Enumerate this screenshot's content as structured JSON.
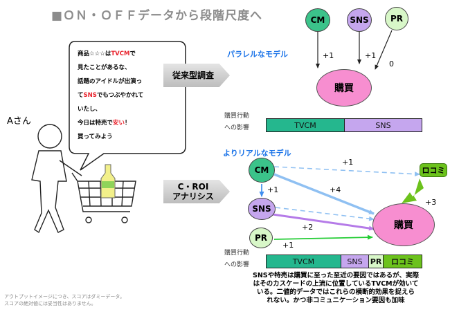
{
  "title": "■ＯＮ・ＯＦＦデータから段階尺度へ",
  "top": {
    "model_label": "パラレルなモデル",
    "method": "従来型調査",
    "nodes": {
      "cm": "CM",
      "sns": "SNS",
      "pr": "PR"
    },
    "edges": {
      "cm": "+1",
      "sns": "+1",
      "pr": "0"
    },
    "buy": "購買",
    "impact_label": [
      "購買行動",
      "への影響"
    ],
    "bar": [
      {
        "label": "TVCM",
        "share": 0.5
      },
      {
        "label": "SNS",
        "share": 0.5
      }
    ]
  },
  "bottom": {
    "model_label": "よりリアルなモデル",
    "method": [
      "C・ROI",
      "アナリシス"
    ],
    "nodes": {
      "cm": "CM",
      "sns": "SNS",
      "pr": "PR",
      "kuchi": "ロコミ"
    },
    "edges": {
      "cm_kuchi": "+1",
      "cm_sns": "+1",
      "cm_buy": "+4",
      "sns_buy": "+2",
      "pr_buy": "+1",
      "kuchi_buy": "+3"
    },
    "buy": "購買",
    "impact_label": [
      "購買行動",
      "への影響"
    ],
    "bar": [
      {
        "label": "TVCM",
        "share": 0.477
      },
      {
        "label": "SNS",
        "share": 0.18
      },
      {
        "label": "PR",
        "share": 0.093
      },
      {
        "label": "ロコミ",
        "share": 0.25
      }
    ],
    "note": [
      "SNSや特売は購買に至った至近の要因ではあるが、実際",
      "はそのカスケードの上流に位置しているTVCMが効いて",
      "いる。二値的データではこれらの横断的効果を捉えら",
      "れない。かつ非コミュニケーション要因も加味"
    ]
  },
  "person": {
    "name": "Aさん",
    "bubble_lines": [
      [
        "商品☆☆☆は",
        "TVCM",
        "で"
      ],
      [
        "見たことがあるな、"
      ],
      [
        "話題のアイドルが出演っ"
      ],
      [
        "て",
        "SNS",
        "でもつぶやかれて"
      ],
      [
        "いたし、"
      ],
      [
        "今日は特売で",
        "安い",
        "！"
      ],
      [
        "買ってみよう"
      ]
    ]
  },
  "footnote": [
    "アウトプットイメージにつき、スコアはダミーデータ。",
    "スコアの絶対値には妥当性はありません。"
  ],
  "colors": {
    "cm": "#3bc38a",
    "sns": "#c5a6ee",
    "pr": "#d8f7c8",
    "kuchi": "#6cc21c",
    "buy": "#f78ed0",
    "accent_blue": "#1a73e8",
    "highlight_red": "#e8202a"
  }
}
